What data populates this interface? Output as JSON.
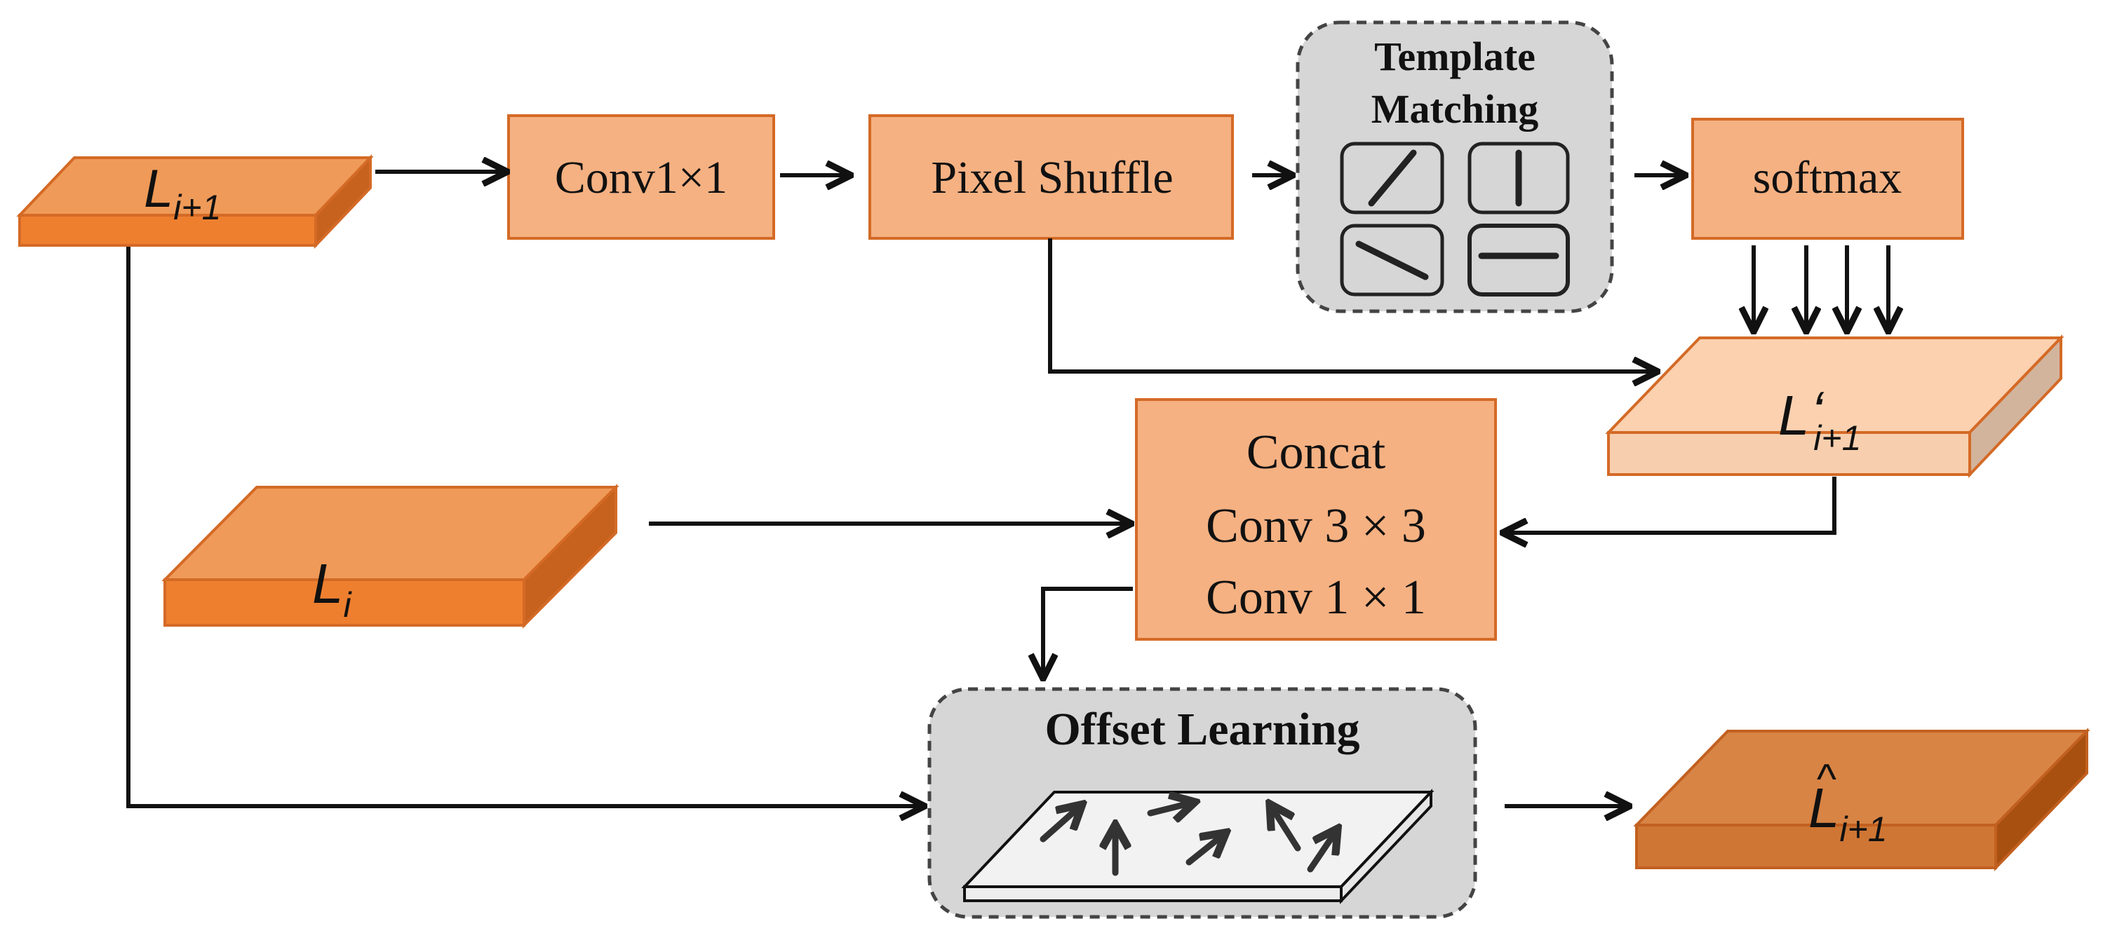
{
  "tensors": {
    "l_i_plus_1": {
      "base": "L",
      "sub": "i+1"
    },
    "l_i": {
      "base": "L",
      "sub": "i"
    },
    "l_prime_i_plus_1": {
      "base": "L",
      "prime": "‘",
      "sub": "i+1"
    },
    "l_hat_i_plus_1": {
      "base": "L",
      "hat": "^",
      "sub": "i+1"
    }
  },
  "boxes": {
    "conv1x1": "Conv1×1",
    "pixel_shuffle": "Pixel Shuffle",
    "softmax": "softmax",
    "concat": {
      "line1": "Concat",
      "line2": "Conv 3 × 3",
      "line3": "Conv 1 × 1"
    }
  },
  "modules": {
    "template_matching": {
      "line1": "Template",
      "line2": "Matching"
    },
    "offset_learning": "Offset Learning"
  },
  "colors": {
    "tensor_orange": "#ee8b3e",
    "tensor_orange_dark": "#c6621d",
    "tensor_light": "#fbd1b0",
    "tensor_hat": "#d67c3a",
    "box_fill": "#f5b182",
    "box_stroke": "#d46a26",
    "module_fill": "#d6d6d6",
    "arrow": "#111111"
  }
}
